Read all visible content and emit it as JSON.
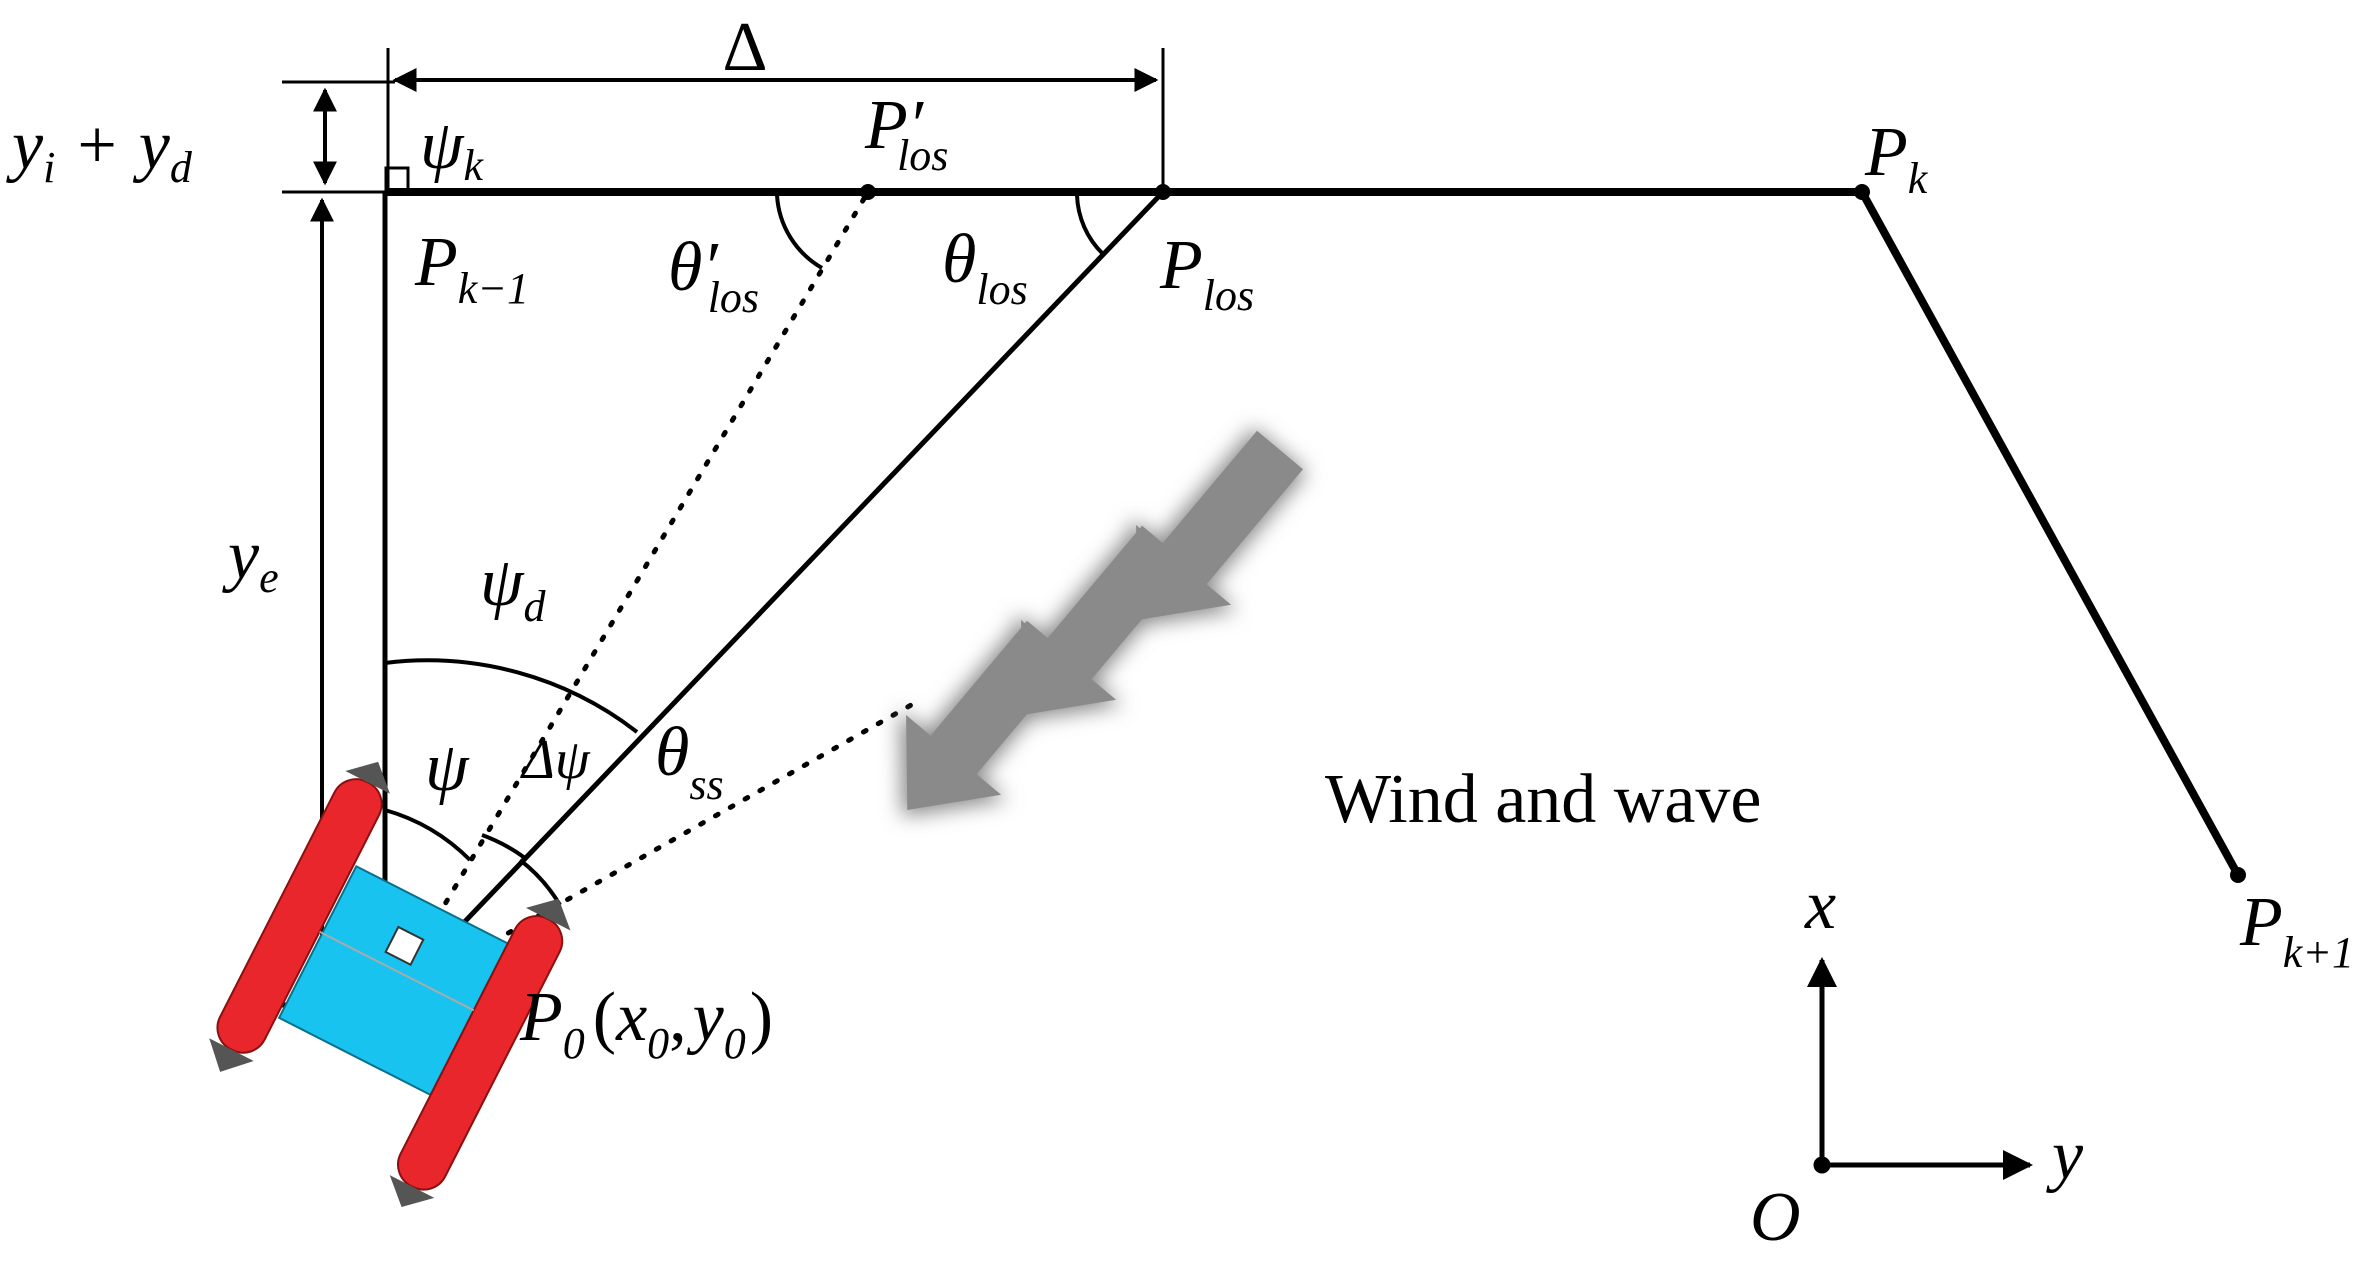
{
  "labels": {
    "delta": "Δ",
    "yi_plus_yd": {
      "y1": "y",
      "s1": "i",
      "plus": "+",
      "y2": "y",
      "s2": "d"
    },
    "psi_k": {
      "sym": "ψ",
      "sub": "k"
    },
    "p_los_prime": {
      "sym": "P′",
      "sub": "los"
    },
    "p_k": {
      "sym": "P",
      "sub": "k"
    },
    "p_k_minus_1": {
      "sym": "P",
      "sub": "k−1"
    },
    "theta_los_prime": {
      "sym": "θ′",
      "sub": "los"
    },
    "theta_los": {
      "sym": "θ",
      "sub": "los"
    },
    "p_los": {
      "sym": "P",
      "sub": "los"
    },
    "y_e": {
      "sym": "y",
      "sub": "e"
    },
    "psi_d": {
      "sym": "ψ",
      "sub": "d"
    },
    "psi": "ψ",
    "delta_psi": "Δψ",
    "theta_ss": {
      "sym": "θ",
      "sub": "ss"
    },
    "wind_and_wave": "Wind and wave",
    "p_k_plus_1": {
      "sym": "P",
      "sub": "k+1"
    },
    "p0": {
      "sym": "P",
      "sub": "0",
      "open": "(",
      "x": "x",
      "xs": "0",
      "comma": ",",
      "y": "y",
      "ys": "0",
      "close": ")"
    },
    "axis_x": "x",
    "axis_y": "y",
    "origin": "O"
  },
  "colors": {
    "line": "#000000",
    "arrow_gray": "#8a8a8a",
    "pontoon_red": "#e8262c",
    "deck_cyan": "#19c3ef"
  }
}
